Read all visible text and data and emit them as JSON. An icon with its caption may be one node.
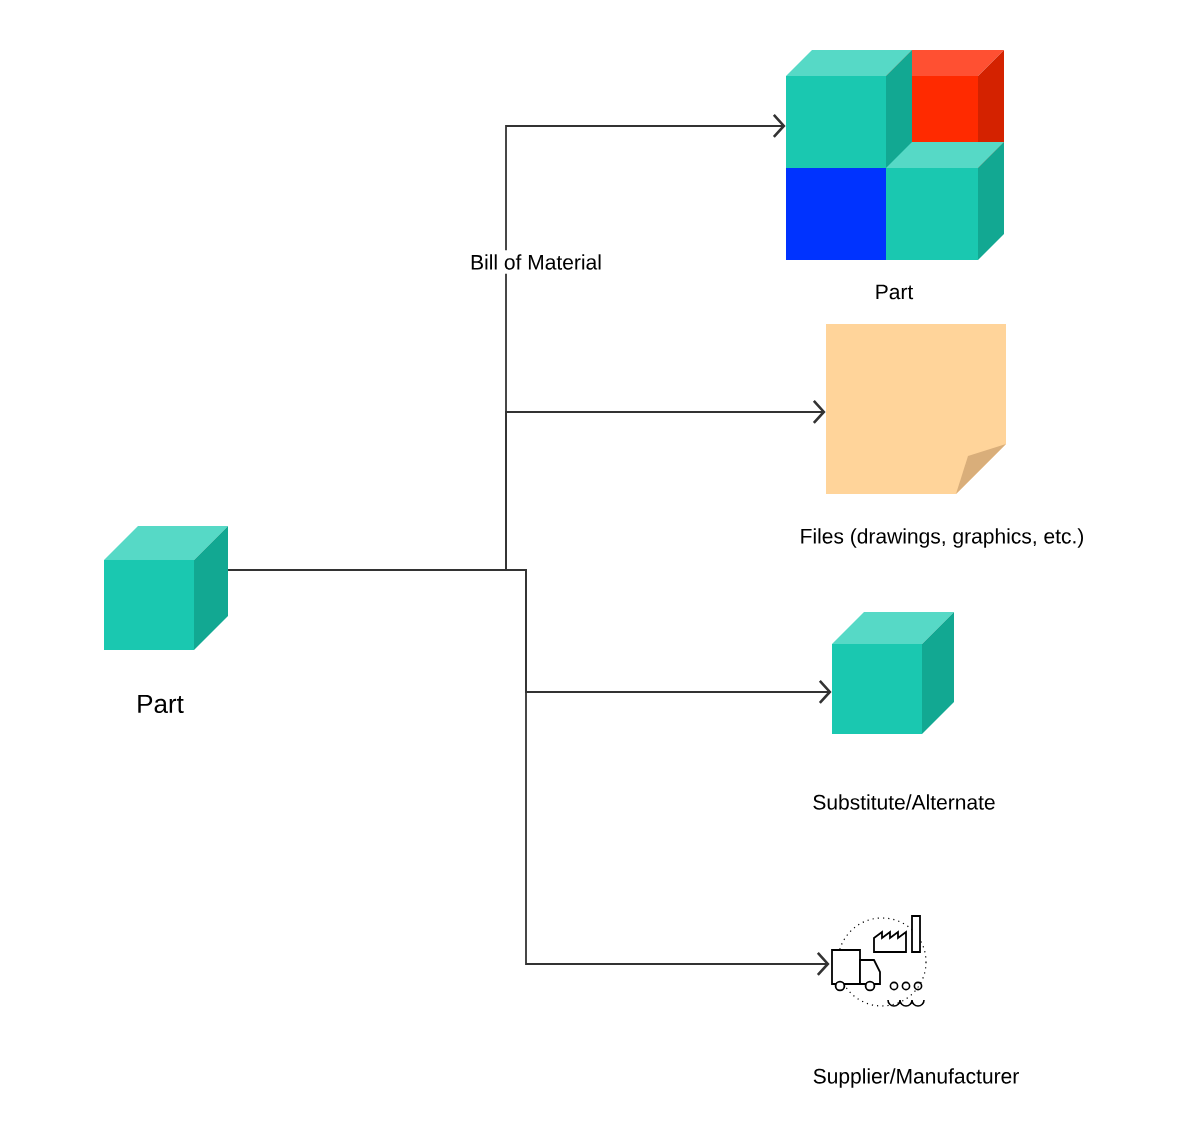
{
  "diagram": {
    "nodes": [
      {
        "text": [
          "Part"
        ]
      },
      {
        "text": [
          "Part"
        ]
      },
      {
        "text": [
          "Files (drawings, graphics, etc.)"
        ]
      },
      {
        "text": [
          "Substitute/Alternate"
        ]
      },
      {
        "text": [
          "Supplier/Manufacturer"
        ]
      }
    ],
    "edges": [
      {
        "from": 0,
        "to": 1,
        "arrow": "to",
        "label": "Bill of Material"
      },
      {
        "from": 0,
        "to": 2,
        "arrow": "to"
      },
      {
        "from": 0,
        "to": 3,
        "arrow": "to"
      },
      {
        "from": 0,
        "to": 4,
        "arrow": "to"
      }
    ]
  }
}
